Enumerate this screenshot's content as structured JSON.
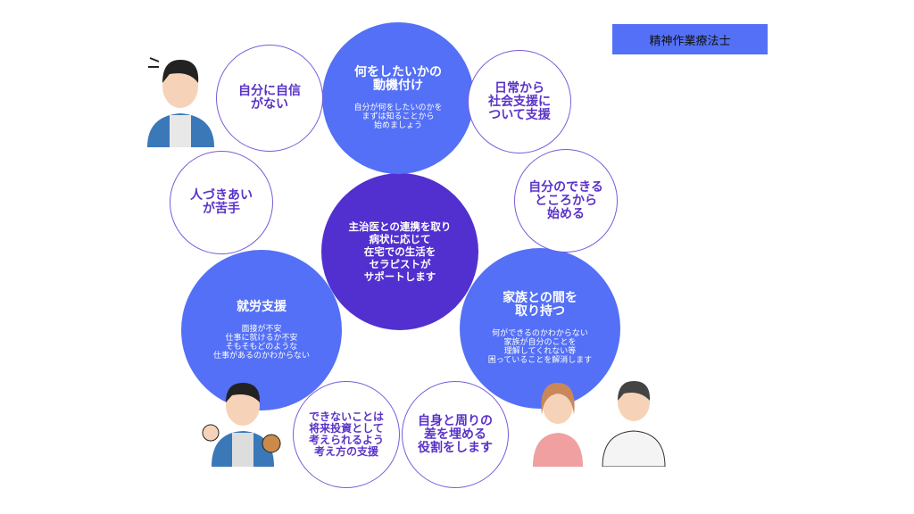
{
  "title": "精神作業療法士",
  "center": "主治医との連携を取り\n病状に応じて\n在宅での生活を\nセラピストが\nサポートします",
  "top": {
    "heading": "何をしたいかの\n動機付け",
    "sub": "自分が何をしたいのかを\nまずは知ることから\n始めましょう"
  },
  "work": {
    "heading": "就労支援",
    "sub": "面接が不安\n仕事に就けるか不安\nそもそもどのような\n仕事があるのかわからない"
  },
  "family": {
    "heading": "家族との間を\n取り持つ",
    "sub": "何ができるのかわからない\n家族が自分のことを\n理解してくれない等\n困っていることを解消します"
  },
  "confidence": "自分に自信\nがない",
  "daily": "日常から\n社会支援に\nついて支援",
  "social": "人づきあい\nが苦手",
  "start": "自分のできる\nところから\n始める",
  "invest": "できないことは\n将来投資として\n考えられるよう\n考え方の支援",
  "role": "自身と周りの\n差を埋める\n役割をします"
}
